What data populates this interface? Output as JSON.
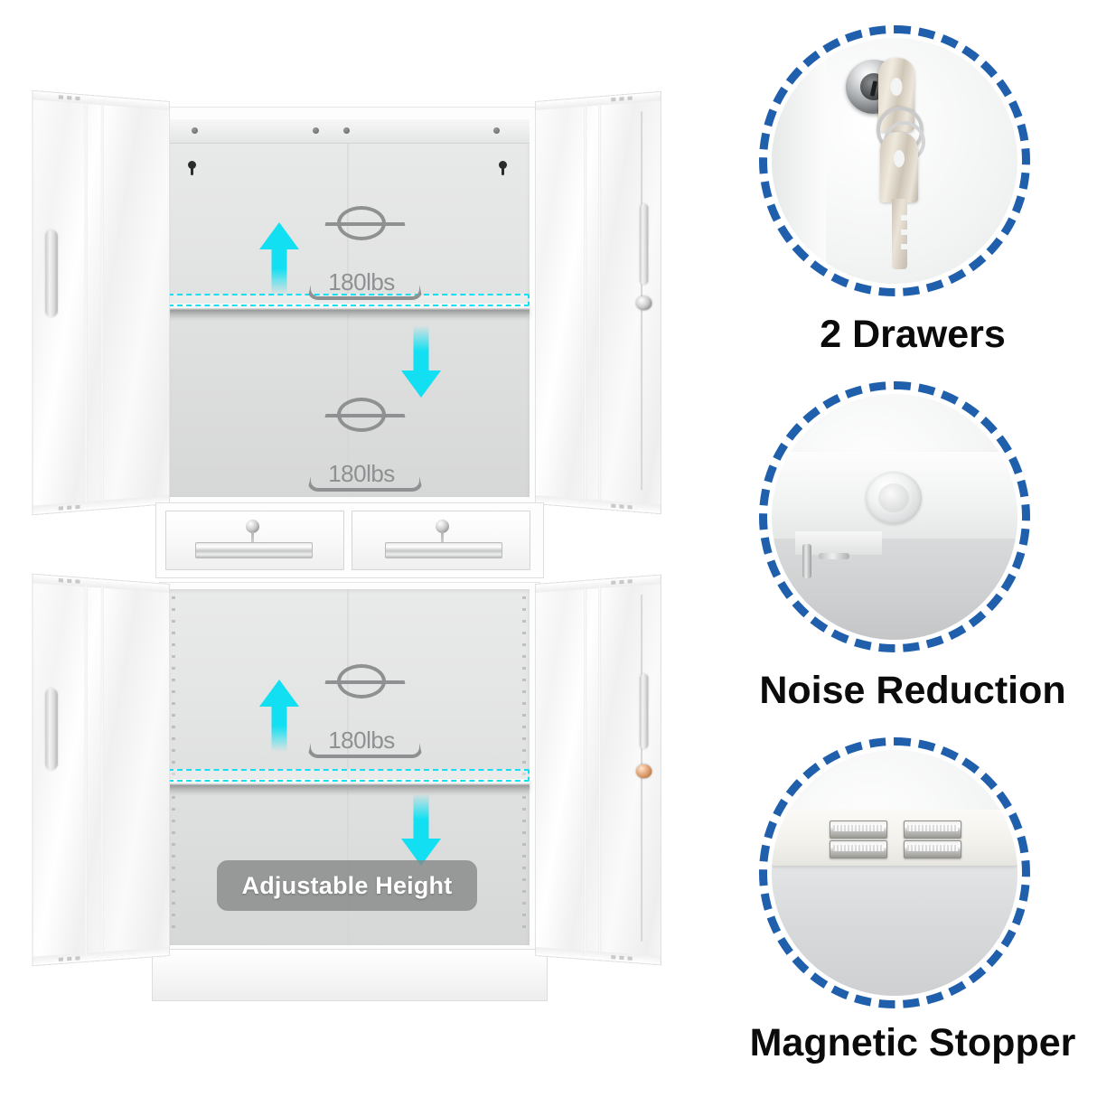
{
  "background_color": "#ffffff",
  "accent_colors": {
    "dashed_ring_blue": "#1F5FAC",
    "highlight_cyan": "#12E0F2",
    "weight_icon_gray": "#8E9091",
    "badge_gray": "#848585",
    "caption_black": "#0B0B0B"
  },
  "product": {
    "alt": "white metal storage cabinet with two door compartments and two drawers",
    "upper_cabinet": {
      "capacity_top_label": "180lbs",
      "capacity_bottom_label": "180lbs",
      "arrow_up": "arrow-up-icon",
      "arrow_down": "arrow-down-icon",
      "shelf_highlight": "adjustable-shelf-dashed-outline"
    },
    "drawers": {
      "count": 2,
      "left_drawer": "drawer-left",
      "right_drawer": "drawer-right"
    },
    "lower_cabinet": {
      "capacity_label": "180lbs",
      "arrow_up": "arrow-up-icon",
      "arrow_down": "arrow-down-icon",
      "badge_label": "Adjustable Height"
    }
  },
  "features": [
    {
      "id": "drawers",
      "caption": "2 Drawers",
      "icon": "lock-and-keys-icon"
    },
    {
      "id": "noise-reduction",
      "caption": "Noise Reduction",
      "icon": "rubber-bumper-icon"
    },
    {
      "id": "magnetic-stopper",
      "caption": "Magnetic Stopper",
      "icon": "magnet-strip-icon"
    }
  ]
}
